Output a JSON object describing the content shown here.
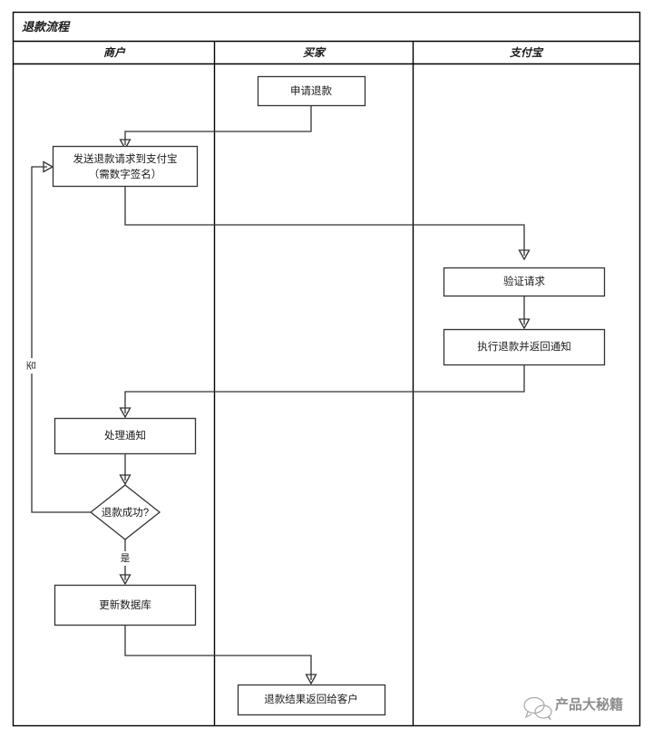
{
  "diagram": {
    "title": "退款流程",
    "type": "swimlane-flowchart",
    "lanes": [
      {
        "id": "merchant",
        "label": "商户"
      },
      {
        "id": "buyer",
        "label": "买家"
      },
      {
        "id": "alipay",
        "label": "支付宝"
      }
    ],
    "nodes": [
      {
        "id": "n1",
        "lane": "buyer",
        "shape": "rect",
        "label": "申请退款"
      },
      {
        "id": "n2",
        "lane": "merchant",
        "shape": "rect",
        "label_line1": "发送退款请求到支付宝",
        "label_line2": "（需数字签名）"
      },
      {
        "id": "n3",
        "lane": "alipay",
        "shape": "rect",
        "label": "验证请求"
      },
      {
        "id": "n4",
        "lane": "alipay",
        "shape": "rect",
        "label": "执行退款并返回通知"
      },
      {
        "id": "n5",
        "lane": "merchant",
        "shape": "rect",
        "label": "处理通知"
      },
      {
        "id": "n6",
        "lane": "merchant",
        "shape": "diamond",
        "label": "退款成功?"
      },
      {
        "id": "n7",
        "lane": "merchant",
        "shape": "rect",
        "label": "更新数据库"
      },
      {
        "id": "n8",
        "lane": "buyer",
        "shape": "rect",
        "label": "退款结果返回给客户"
      }
    ],
    "edge_labels": {
      "yes": "是",
      "no": "否"
    }
  },
  "watermark": {
    "text": "产品大秘籍",
    "icon": "wechat-icon"
  },
  "colors": {
    "frame_stroke": "#000000",
    "node_stroke": "#333333",
    "node_fill": "#ffffff",
    "text": "#1a1a1a",
    "watermark": "#8d8d8d",
    "background": "#ffffff"
  }
}
